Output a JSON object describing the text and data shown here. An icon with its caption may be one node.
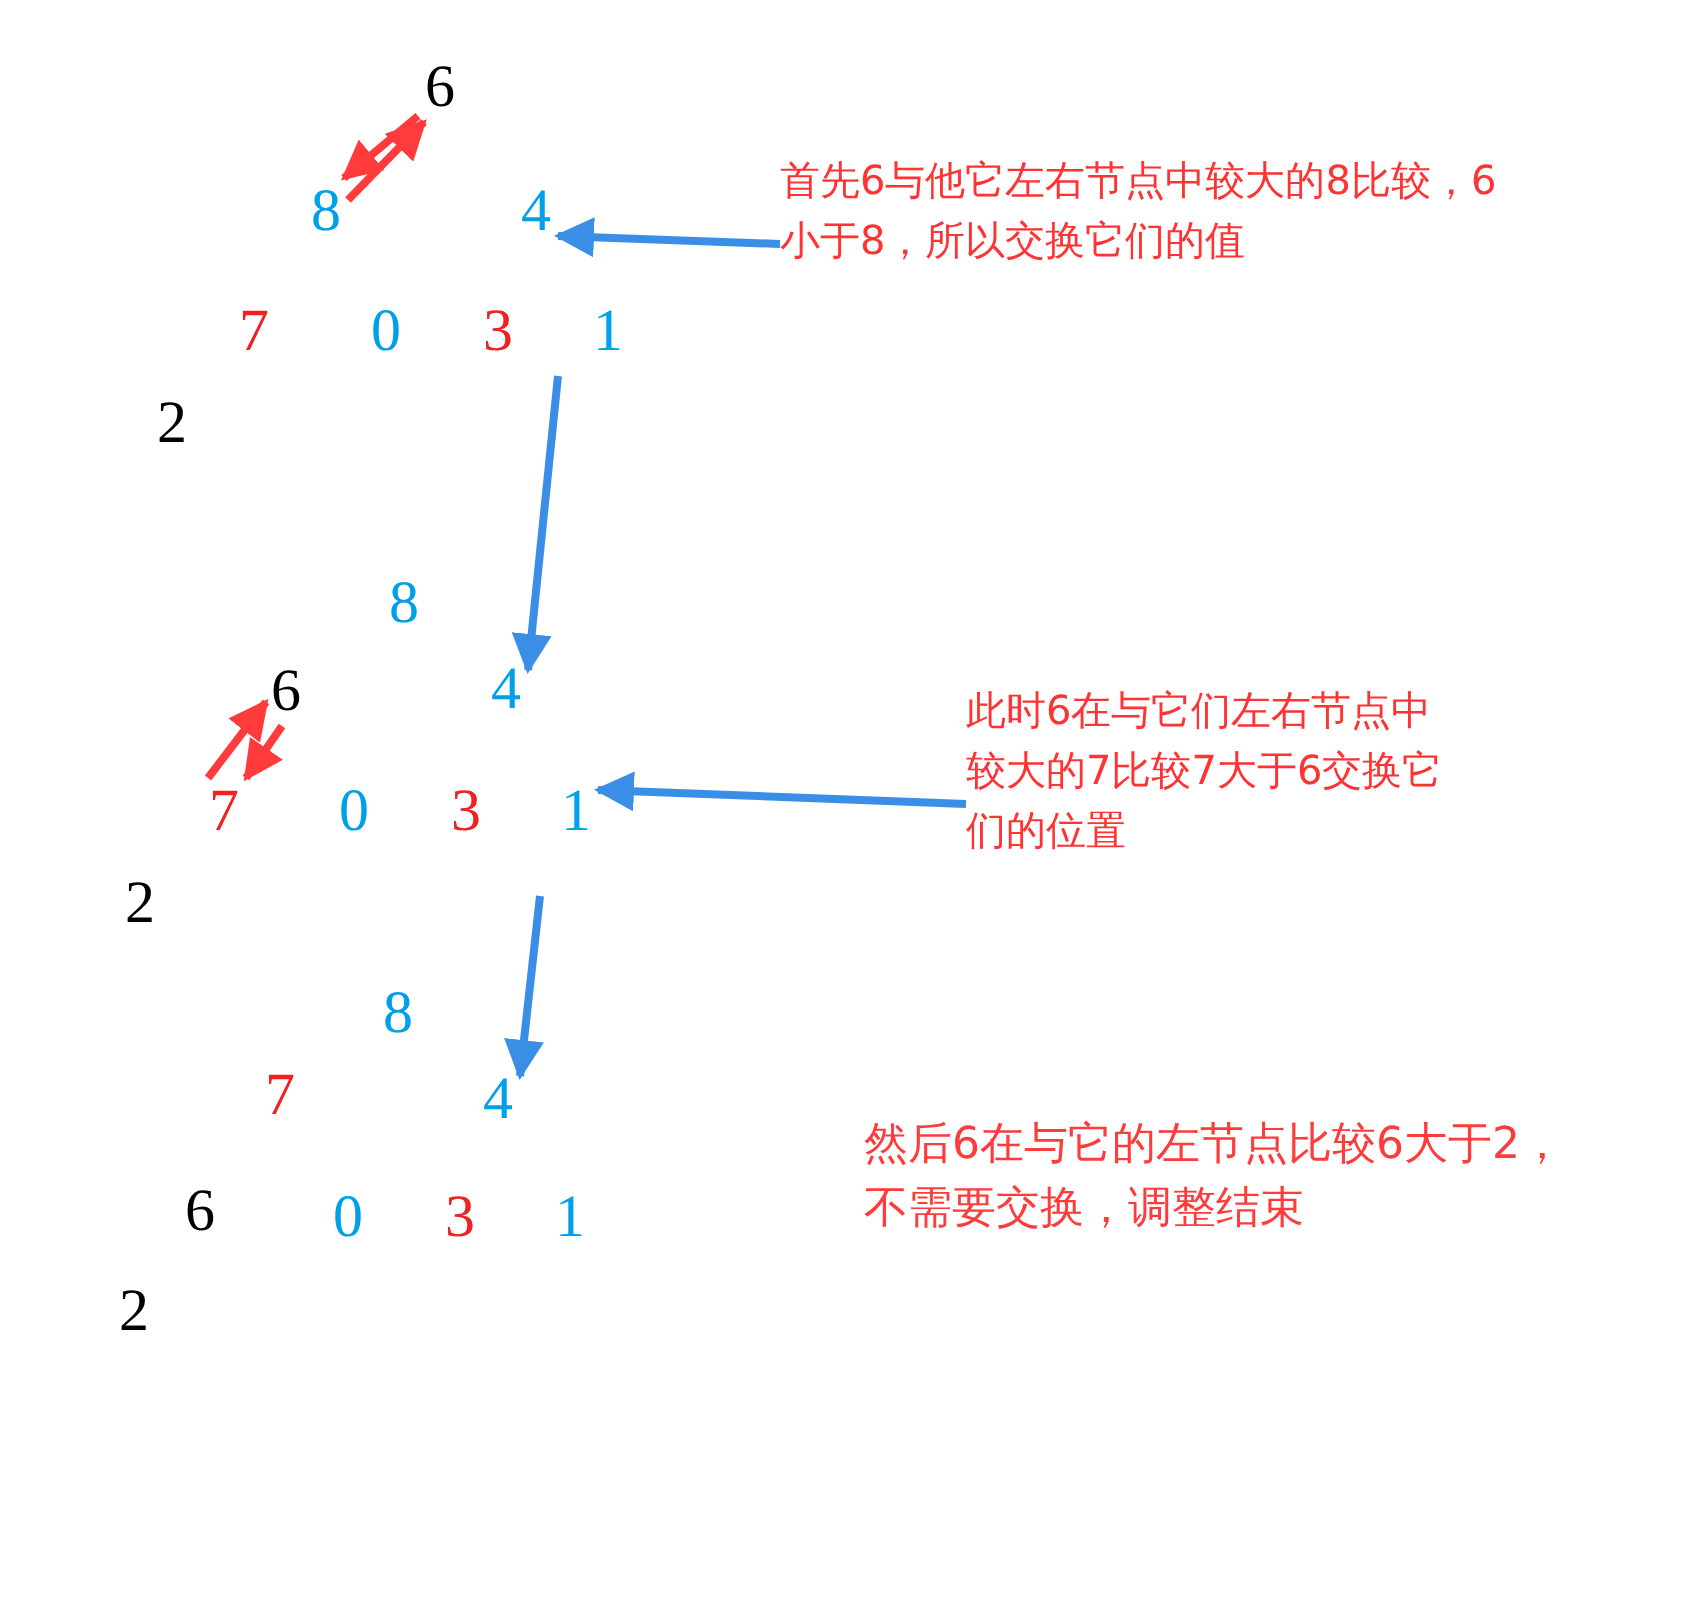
{
  "diagram": {
    "nodes": [
      {
        "text": [
          "6"
        ]
      },
      {
        "text": [
          "8"
        ]
      },
      {
        "text": [
          "4"
        ]
      },
      {
        "text": [
          "7"
        ]
      },
      {
        "text": [
          "0"
        ]
      },
      {
        "text": [
          "3"
        ]
      },
      {
        "text": [
          "1"
        ]
      },
      {
        "text": [
          "2"
        ]
      },
      {
        "text": [
          "首先6与他它左右节点中较大的8比较，6小于8，所以交换它们的值"
        ]
      },
      {
        "text": [
          "8"
        ]
      },
      {
        "text": [
          "6"
        ]
      },
      {
        "text": [
          "4"
        ]
      },
      {
        "text": [
          "7"
        ]
      },
      {
        "text": [
          "0"
        ]
      },
      {
        "text": [
          "3"
        ]
      },
      {
        "text": [
          "1"
        ]
      },
      {
        "text": [
          "2"
        ]
      },
      {
        "text": [
          "此时6在与它们左右节点中较大的7比较7大于6交换它们的位置"
        ]
      },
      {
        "text": [
          "8"
        ]
      },
      {
        "text": [
          "7"
        ]
      },
      {
        "text": [
          "4"
        ]
      },
      {
        "text": [
          "6"
        ]
      },
      {
        "text": [
          "0"
        ]
      },
      {
        "text": [
          "3"
        ]
      },
      {
        "text": [
          "1"
        ]
      },
      {
        "text": [
          "2"
        ]
      }
    ],
    "edges": [
      {
        "from": 0,
        "to": 1,
        "arrow": "to",
        "color": "#ff3b3b"
      },
      {
        "from": 1,
        "to": 0,
        "arrow": "to",
        "color": "#ff3b3b"
      },
      {
        "from": 8,
        "to": 2,
        "arrow": "to",
        "color": "#3a8ee6"
      },
      {
        "from": null,
        "to": 11,
        "arrow": "to",
        "color": "#3a8ee6"
      },
      {
        "from": 12,
        "to": 10,
        "arrow": "to",
        "color": "#ff3b3b"
      },
      {
        "from": 10,
        "to": 12,
        "arrow": "to",
        "color": "#ff3b3b"
      },
      {
        "from": 17,
        "to": 15,
        "arrow": "to",
        "color": "#3a8ee6"
      },
      {
        "from": null,
        "to": 20,
        "arrow": "to",
        "color": "#3a8ee6"
      }
    ],
    "labels": [
      "然后6在与它的左节点比较6大于2，不需要交换，调整结束"
    ]
  }
}
